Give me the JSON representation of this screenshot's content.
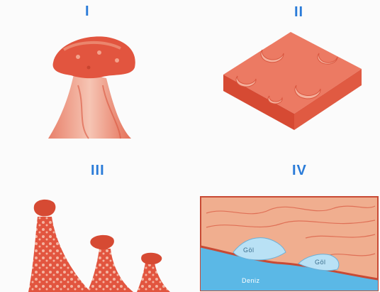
{
  "labels": {
    "panel1": "I",
    "panel2": "II",
    "panel3": "III",
    "panel4": "IV"
  },
  "panel4_map": {
    "lake1": "Göl",
    "lake2": "Göl",
    "sea": "Deniz"
  },
  "colors": {
    "label_blue": "#2a7bd8",
    "rock_red": "#e2553f",
    "rock_light": "#f3b7a4",
    "water_blue": "#5bb8e6"
  }
}
